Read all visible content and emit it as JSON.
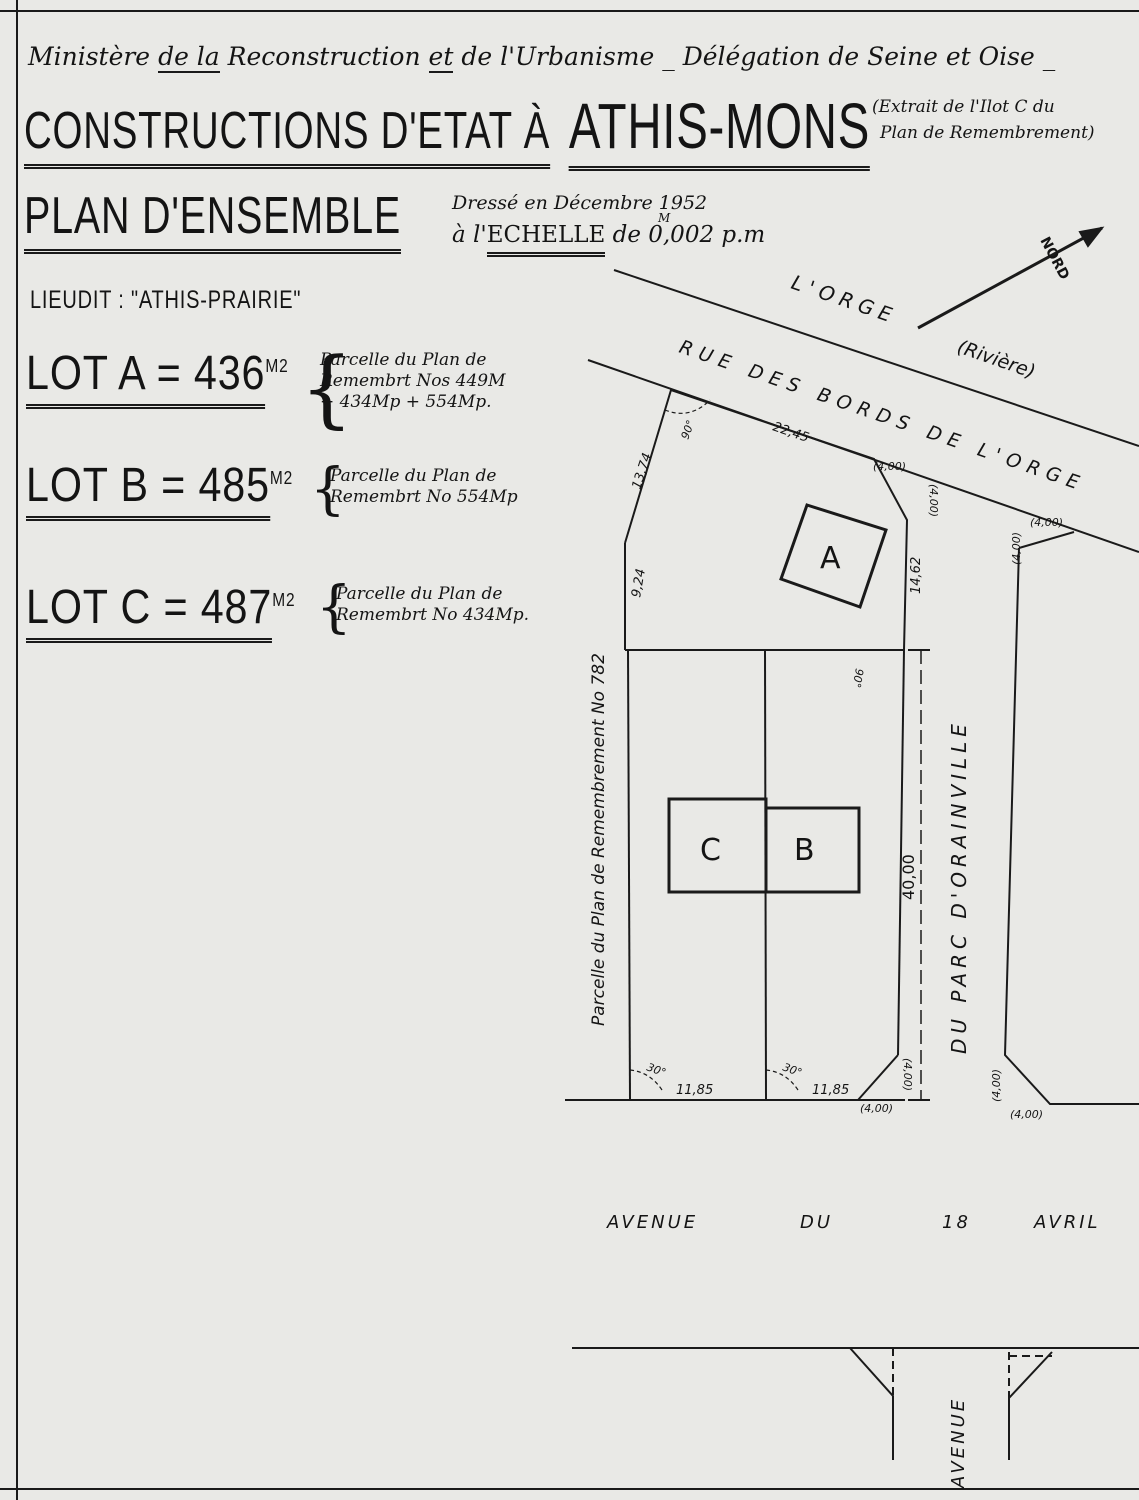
{
  "header": {
    "ministry_line_1": "Ministère",
    "ministry_line_2": "de la",
    "ministry_line_3": "Reconstruction",
    "ministry_line_4": "et",
    "ministry_line_5": "de l'Urbanisme",
    "ministry_line_6": "_ Délégation de Seine et Oise _",
    "title_prefix": "CONSTRUCTIONS D'ETAT À",
    "title_place": "ATHIS-MONS",
    "extract_note_1": "(Extrait de l'Ilot C du",
    "extract_note_2": "Plan de Remembrement)",
    "subtitle": "PLAN D'ENSEMBLE",
    "drawn_date": "Dressé en Décembre 1952",
    "scale_prefix": "à l'",
    "scale_word": "ECHELLE",
    "scale_value": "de 0,002 p.m",
    "scale_sup": "M",
    "lieudit": "LIEUDIT : \"ATHIS-PRAIRIE\""
  },
  "lots": [
    {
      "label": "LOT A",
      "area": "436",
      "unit": "M2",
      "note": [
        "Parcelle du Plan de",
        "Remembrt Nos 449M",
        "+ 434Mp + 554Mp."
      ]
    },
    {
      "label": "LOT B",
      "area": "485",
      "unit": "M2",
      "note": [
        "Parcelle du Plan de",
        "Remembrt No 554Mp"
      ]
    },
    {
      "label": "LOT C",
      "area": "487",
      "unit": "M2",
      "note": [
        "Parcelle du Plan de",
        "Remembrt No 434Mp."
      ]
    }
  ],
  "plan": {
    "river": "L'ORGE",
    "river_note": "(Rivière)",
    "north": "NORD",
    "street_top": "RUE DES BORDS DE L'ORGE",
    "street_right": "DU PARC D'ORAINVILLE",
    "street_bottom": "AVENUE DU 18 AVRIL",
    "street_bottom_words": [
      "AVENUE",
      "DU",
      "18",
      "AVRIL"
    ],
    "street_lower": "AVENUE",
    "left_parcel_note": "Parcelle du Plan de Remembrement No 782",
    "building_labels": [
      "A",
      "B",
      "C"
    ],
    "dimensions": {
      "d_13_74": "13,74",
      "d_22_45": "22,45",
      "d_9_24": "9,24",
      "d_14_62": "14,62",
      "d_40_00": "40,00",
      "d_11_85a": "11,85",
      "d_11_85b": "11,85",
      "d_4_00": "(4,00)",
      "angle_90": "90°",
      "angle_30": "30°"
    }
  }
}
